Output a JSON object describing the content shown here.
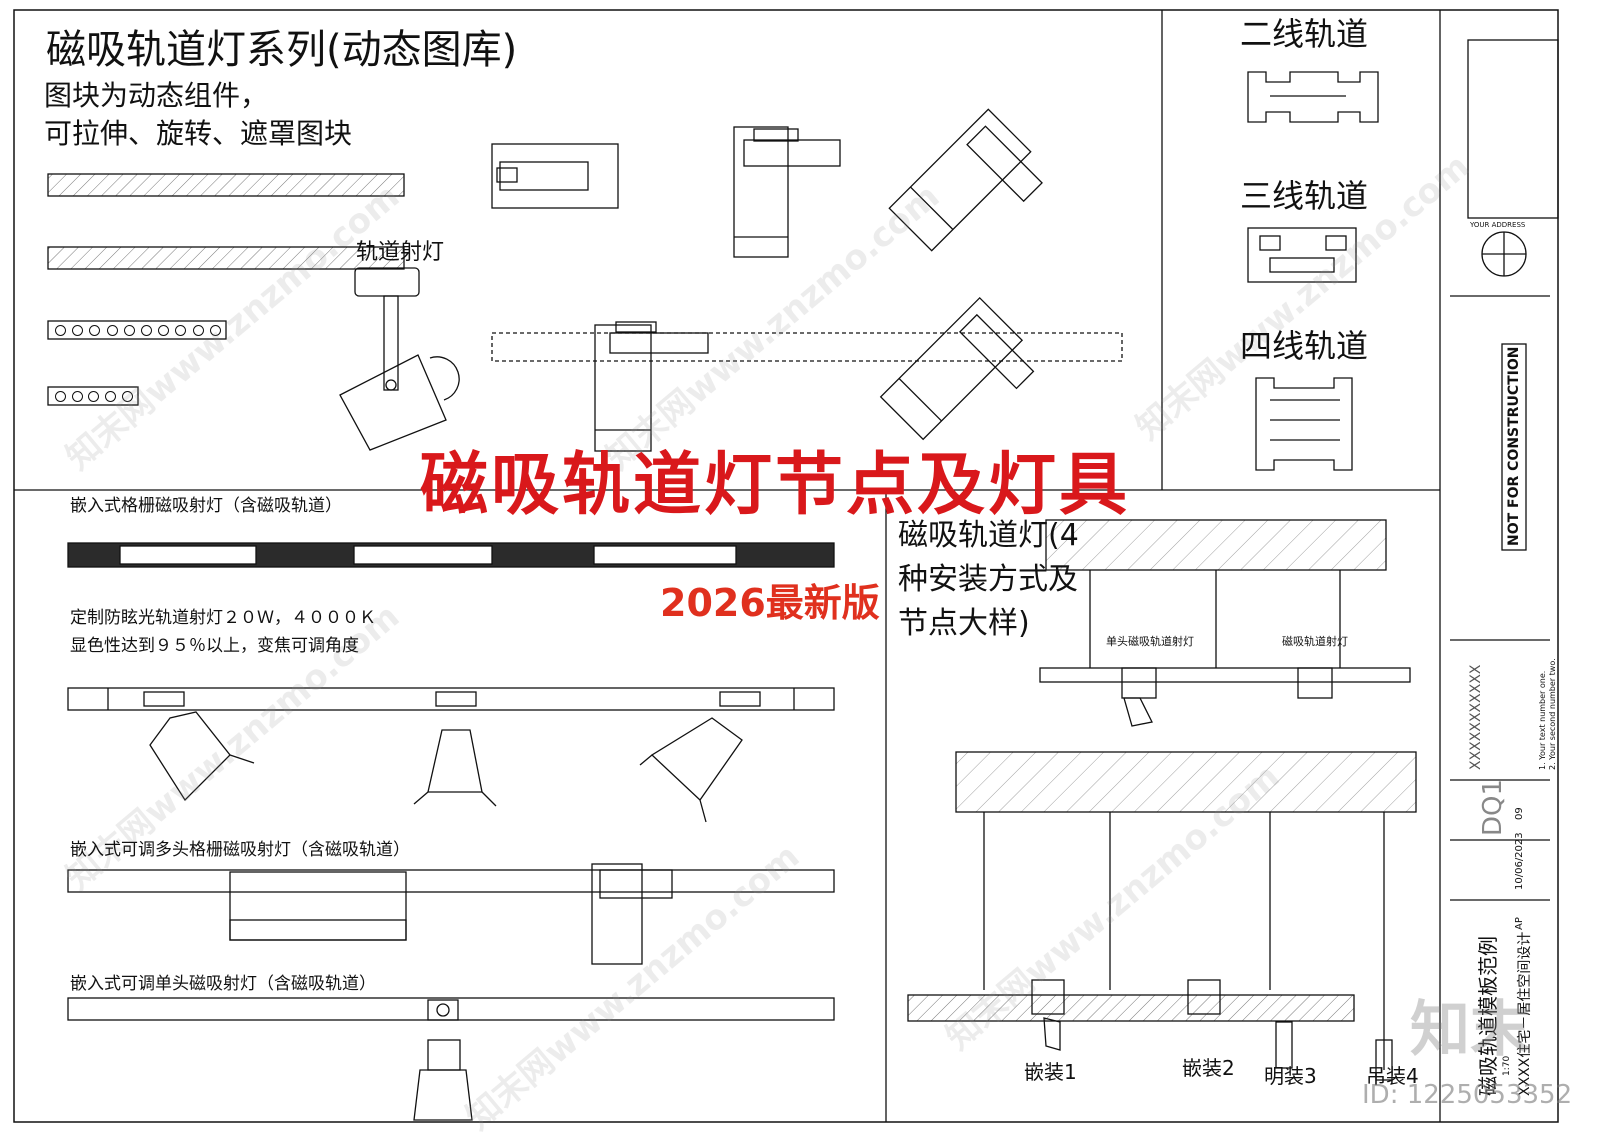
{
  "title": "磁吸轨道灯系列(动态图库)",
  "subtitle_line1": "图块为动态组件，",
  "subtitle_line2": "可拉伸、旋转、遮罩图块",
  "spotlight_label": "轨道射灯",
  "banner": "磁吸轨道灯节点及灯具",
  "edition": "2026最新版",
  "tracks": {
    "two_wire": "二线轨道",
    "three_wire": "三线轨道",
    "four_wire": "四线轨道"
  },
  "sections": {
    "grille_track": "嵌入式格栅磁吸射灯（含磁吸轨道）",
    "anti_glare_line1": "定制防眩光轨道射灯２０Ｗ，４０００Ｋ",
    "anti_glare_line2": "显色性达到９５％以上，变焦可调角度",
    "multi_head": "嵌入式可调多头格栅磁吸射灯（含磁吸轨道）",
    "single_head": "嵌入式可调单头磁吸射灯（含磁吸轨道）"
  },
  "right_panel": {
    "heading": "磁吸轨道灯(4种安装方式及节点大样)",
    "label_single_head": "单头磁吸轨道射灯",
    "label_track_spot": "磁吸轨道射灯",
    "install": [
      "嵌装1",
      "嵌装2",
      "明装3",
      "吊装4"
    ]
  },
  "title_block": {
    "not_for_construction": "NOT FOR CONSTRUCTION",
    "your_address": "YOUR ADDRESS",
    "code": "DQ1",
    "date": "10/06/2023",
    "number": "09",
    "scale": "1:70",
    "by": "AP",
    "project_title": "磁吸轨道模板范例",
    "project_sub": "XXXX住宅－居住空间设计",
    "xxx": "XXXXXXXXXXX",
    "note1": "1. Your text number one.",
    "note2": "2. Your second number two."
  },
  "brand": "知末",
  "id_text": "ID: 1225053352",
  "watermark": "知末网www.znzmo.com"
}
